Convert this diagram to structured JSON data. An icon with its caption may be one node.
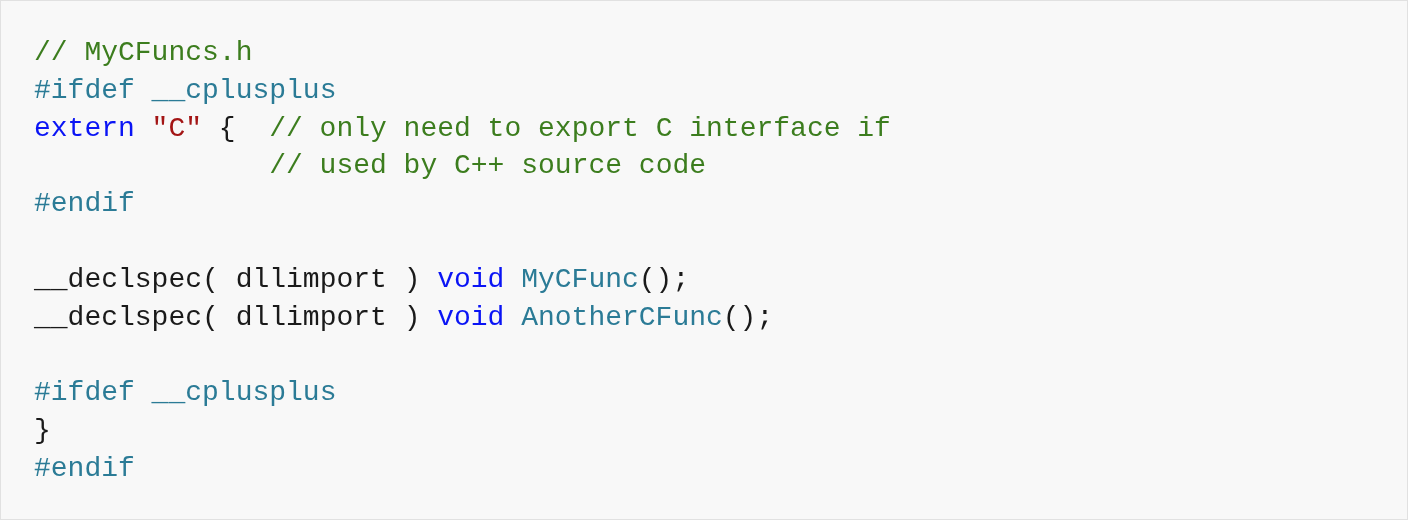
{
  "diagram": {
    "labels": [
      "// MyCFuncs.h",
      "#ifdef __cplusplus",
      "extern",
      "\"C\"",
      "{",
      "// only need to export C interface if",
      "// used by C++ source code",
      "#endif",
      "__declspec( dllimport )",
      "void",
      "MyCFunc",
      "();",
      "__declspec( dllimport )",
      "void",
      "AnotherCFunc",
      "();",
      "#ifdef __cplusplus",
      "}",
      "#endif"
    ]
  }
}
